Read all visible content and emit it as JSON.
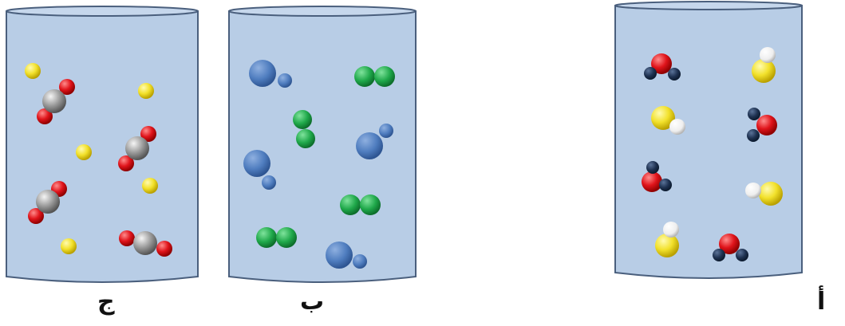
{
  "labels": {
    "a": "أ",
    "b": "ب",
    "c": "ج"
  },
  "colors": {
    "container_fill": "#b8cde6",
    "container_stroke": "#4a5f7d",
    "yellow": "#f2e12b",
    "red": "#e0141b",
    "navy": "#1e3150",
    "white": "#f2f2f2",
    "gray": "#9c9c9c",
    "blue": "#4f7dbf",
    "green": "#1fa84a"
  },
  "containers": [
    {
      "id": "a",
      "label_key": "a",
      "molecule_types": [
        "red-atom-two-navy-atoms",
        "yellow-atom-white-atom"
      ]
    },
    {
      "id": "b",
      "label_key": "b",
      "molecule_types": [
        "large-blue-small-blue",
        "two-green-atoms"
      ]
    },
    {
      "id": "c",
      "label_key": "c",
      "molecule_types": [
        "single-yellow-atom",
        "gray-atom-two-red-atoms"
      ]
    }
  ]
}
